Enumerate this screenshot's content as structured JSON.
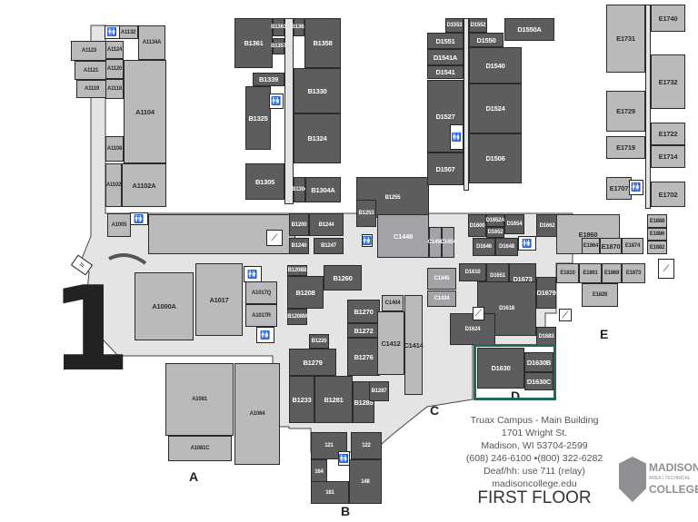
{
  "floor_number": "1",
  "floor_title": "FIRST FLOOR",
  "campus_info": {
    "line1": "Truax Campus - Main Building",
    "line2": "1701 Wright St.",
    "line3": "Madison, WI 53704-2599",
    "line4": "(608) 246-6100 ▪(800) 322-6282",
    "line5": "Deaf/hh: use 711 (relay)",
    "line6": "madisoncollege.edu"
  },
  "logo": {
    "line1": "MADISON",
    "line2": "AREA | TECHNICAL",
    "line3": "COLLEGE"
  },
  "highlight_color": "#1e6b5c",
  "wings": {
    "A": "A",
    "B": "B",
    "C": "C",
    "D": "D",
    "E": "E"
  },
  "rooms": {
    "a": [
      "A1123",
      "A1121",
      "A1119",
      "A1132",
      "A1134A",
      "A1124",
      "A1120",
      "A1118",
      "A1104",
      "A1108",
      "A1102",
      "A1102A",
      "A1005",
      "A1000A",
      "A1017",
      "A1017Q",
      "A1017R",
      "A1081",
      "A1081C",
      "A1064"
    ],
    "b": [
      "B1361",
      "B1363",
      "B1362",
      "B1358",
      "B1357",
      "B1339",
      "B1325",
      "B1330",
      "B1324",
      "B1305",
      "B1304",
      "B1304A",
      "B1255",
      "B1253",
      "B1200",
      "B1244",
      "B1240",
      "B1247",
      "B1208B",
      "B1208",
      "B1260",
      "B1208M",
      "B1270",
      "B1272",
      "B1220",
      "B1279",
      "B1276",
      "B1233",
      "B1281",
      "B1285",
      "B1287",
      "121",
      "122",
      "164",
      "161",
      "148"
    ],
    "c": [
      "C1448",
      "C1450",
      "C1454",
      "C1445",
      "C1434",
      "C1404",
      "C1412",
      "C1414"
    ],
    "d": [
      "D1553",
      "D1551",
      "D1552",
      "D1550",
      "D1550A",
      "D1541A",
      "D1541",
      "D1540",
      "D1527",
      "D1524",
      "D1507",
      "D1506",
      "D1600",
      "D1652A",
      "D1652",
      "D1654",
      "D1662",
      "D1646",
      "D1648",
      "D1610",
      "D1651",
      "D1673",
      "D1679",
      "D1618",
      "D1624",
      "D1683",
      "D1630",
      "D1630B",
      "D1630C"
    ],
    "e": [
      "E1731",
      "E1740",
      "E1732",
      "E1729",
      "E1722",
      "E1719",
      "E1714",
      "E1707",
      "E1702",
      "E1860",
      "E1888",
      "E1886",
      "E1882",
      "E1864",
      "E1870",
      "E1874",
      "E1810",
      "E1861",
      "E1869",
      "E1873",
      "E1828"
    ]
  }
}
